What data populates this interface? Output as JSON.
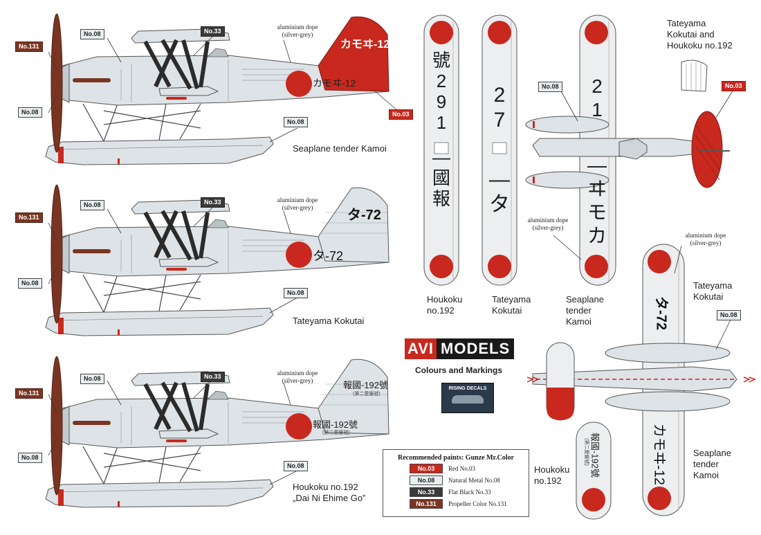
{
  "brand": {
    "avi": "AVI",
    "models": "MODELS",
    "subtitle": "Colours and Markings",
    "decal_logo_text": "RISING DECALS"
  },
  "colors": {
    "red": "#c8281e",
    "metal": "#dde3e6",
    "black": "#2b2b2b",
    "propeller": "#7a3522"
  },
  "note_text": "aluminium dope\n(silver-grey)",
  "tags": {
    "n08": "No.08",
    "n33": "No.33",
    "n03": "No.03",
    "n131": "No.131"
  },
  "side_views": [
    {
      "caption": "Seaplane tender Kamoi",
      "fuselage_code": "カモヰ-12",
      "tail_code": "カモヰ-12"
    },
    {
      "caption": "Tateyama Kokutai",
      "fuselage_code": "タ-72",
      "tail_code": "タ-72"
    },
    {
      "caption": "Houkoku no.192",
      "caption2": "„Dai Ni Ehime Go”",
      "fuselage_code": "報國-192號",
      "fuselage_sub": "(第二愛媛號)",
      "tail_code": "報國-192號",
      "tail_sub": "(第二愛媛號)"
    }
  ],
  "wing_views": {
    "houkoku": {
      "caption": "Houkoku\nno.192",
      "chars": [
        "號",
        "2",
        "9",
        "1",
        "—",
        "國",
        "報"
      ]
    },
    "tateyama": {
      "caption": "Tateyama\nKokutai",
      "chars": [
        "2",
        "7",
        "—",
        "タ"
      ]
    },
    "kamoi": {
      "caption": "Seaplane\ntender\nKamoi",
      "chars": [
        "2",
        "1",
        "—",
        "ヰ",
        "モ",
        "カ"
      ]
    }
  },
  "top_view": {
    "tail_caption": "Tateyama\nKokutai and\nHoukoku no.192"
  },
  "bottom_view": {
    "caption_tateyama": "Tateyama\nKokutai",
    "caption_kamoi": "Seaplane\ntender\nKamoi",
    "caption_houkoku": "Houkoku\nno.192",
    "tateyama_code": "タ-72",
    "kamoi_code": "カモヰ-12",
    "houkoku_code": "報國-192號",
    "houkoku_sub": "(第二愛媛號)"
  },
  "legend": {
    "title": "Recommended paints: Gunze Mr.Color",
    "rows": [
      {
        "code": "No.03",
        "name": "Red No.03"
      },
      {
        "code": "No.08",
        "name": "Natural Metal No.08"
      },
      {
        "code": "No.33",
        "name": "Flat Black No.33"
      },
      {
        "code": "No.131",
        "name": "Propeller Color No.131"
      }
    ]
  }
}
